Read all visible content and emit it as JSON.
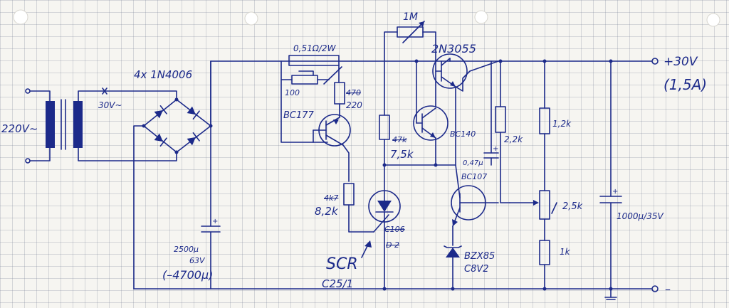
{
  "labels": {
    "mains_voltage": "220V~",
    "secondary_voltage": "30V~",
    "bridge": "4x 1N4006",
    "shunt": "0,51Ω/2W",
    "pot_top": "1M",
    "output_transistor": "2N3055",
    "output_voltage": "+30V",
    "output_current": "(1,5A)",
    "r100": "100",
    "r470": "470",
    "r220": "220",
    "bc177": "BC177",
    "bc140": "BC140",
    "r47k": "47k",
    "r75k": "7,5k",
    "r22k": "2,2k",
    "r12k": "1,2k",
    "cap047": "0,47µ",
    "bc107": "BC107",
    "pot25k": "2,5k",
    "r1k": "1k",
    "cap_out": "1000µ/35V",
    "r4k7": "4k7",
    "r82k": "8,2k",
    "scr": "SCR",
    "scr_type": "C25/1",
    "scr_crossed": "C106",
    "scr_crossed2": "D 2",
    "zener": "BZX85",
    "zener_v": "C8V2",
    "cap_in": "2500µ",
    "cap_in_v": "63V",
    "cap_in_alt": "(–4700µ)",
    "minus": "–"
  },
  "colors": {
    "ink": "#1c2a8a",
    "paper": "#f6f5f1",
    "grid": "#8a93a6"
  }
}
